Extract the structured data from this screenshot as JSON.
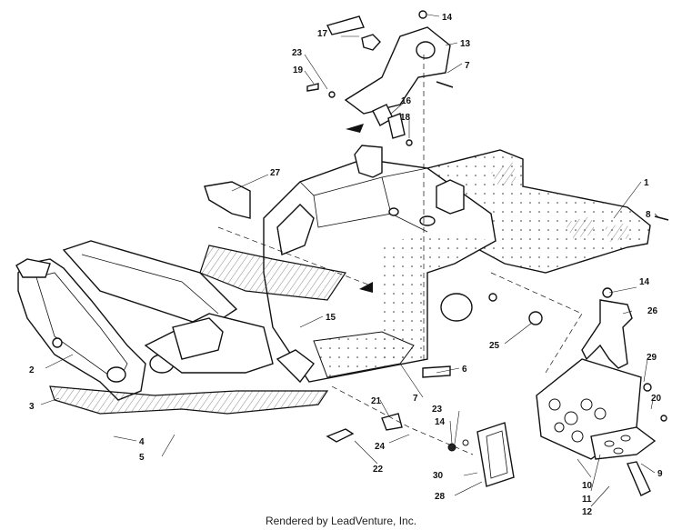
{
  "footer": {
    "text": "Rendered by LeadVenture, Inc."
  },
  "callouts": [
    {
      "id": "c1",
      "label": "1"
    },
    {
      "id": "c2",
      "label": "2"
    },
    {
      "id": "c3",
      "label": "3"
    },
    {
      "id": "c4",
      "label": "4"
    },
    {
      "id": "c5",
      "label": "5"
    },
    {
      "id": "c6",
      "label": "6"
    },
    {
      "id": "c7a",
      "label": "7"
    },
    {
      "id": "c7b",
      "label": "7"
    },
    {
      "id": "c8",
      "label": "8"
    },
    {
      "id": "c9",
      "label": "9"
    },
    {
      "id": "c10",
      "label": "10"
    },
    {
      "id": "c11",
      "label": "11"
    },
    {
      "id": "c12",
      "label": "12"
    },
    {
      "id": "c13",
      "label": "13"
    },
    {
      "id": "c14a",
      "label": "14"
    },
    {
      "id": "c14b",
      "label": "14"
    },
    {
      "id": "c14c",
      "label": "14"
    },
    {
      "id": "c15",
      "label": "15"
    },
    {
      "id": "c16",
      "label": "16"
    },
    {
      "id": "c17",
      "label": "17"
    },
    {
      "id": "c18",
      "label": "18"
    },
    {
      "id": "c19",
      "label": "19"
    },
    {
      "id": "c20",
      "label": "20"
    },
    {
      "id": "c21",
      "label": "21"
    },
    {
      "id": "c22",
      "label": "22"
    },
    {
      "id": "c23a",
      "label": "23"
    },
    {
      "id": "c23b",
      "label": "23"
    },
    {
      "id": "c24",
      "label": "24"
    },
    {
      "id": "c25",
      "label": "25"
    },
    {
      "id": "c26",
      "label": "26"
    },
    {
      "id": "c27",
      "label": "27"
    },
    {
      "id": "c28",
      "label": "28"
    },
    {
      "id": "c29",
      "label": "29"
    },
    {
      "id": "c30",
      "label": "30"
    }
  ]
}
